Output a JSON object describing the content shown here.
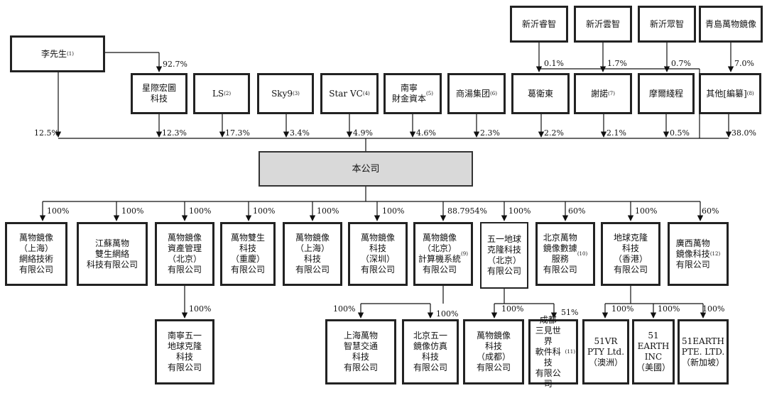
{
  "shareholders": {
    "li": "李先生",
    "li_note": "(1)",
    "li_to_xingji": "92.7%",
    "li_direct": "12.5%",
    "xingji": {
      "label": "星際宏圖\n科技",
      "pct": "12.3%"
    },
    "ls": {
      "label": "LS",
      "note": "(2)",
      "pct": "17.3%"
    },
    "sky9": {
      "label": "Sky9",
      "note": "(3)",
      "pct": "3.4%"
    },
    "starvc": {
      "label": "Star VC",
      "note": "(4)",
      "pct": "4.9%"
    },
    "nanning": {
      "label": "南寧\n財金資本",
      "note": "(5)",
      "pct": "4.6%"
    },
    "shangtang": {
      "label": "商湯集团",
      "note": "(6)",
      "pct": "2.3%"
    },
    "gewei": {
      "label": "葛衛東",
      "pct": "2.2%"
    },
    "xienuo": {
      "label": "謝諾",
      "note": "(7)",
      "pct": "2.1%"
    },
    "moer": {
      "label": "摩爾綫程",
      "pct": "0.5%"
    },
    "others": {
      "label": "其他[編纂]",
      "note": "(8)",
      "pct": "38.0%"
    }
  },
  "top_entities": [
    {
      "label": "新沂睿智",
      "pct": "0.1%"
    },
    {
      "label": "新沂雲智",
      "pct": "1.7%"
    },
    {
      "label": "新沂眾智",
      "pct": "0.7%"
    },
    {
      "label": "青島萬物鏡像",
      "pct": "7.0%"
    }
  ],
  "company": "本公司",
  "subsidiaries": [
    {
      "label": "萬物鏡像\n（上海）\n網絡技術\n有限公司",
      "pct": "100%"
    },
    {
      "label": "江蘇萬物\n雙生網絡\n科技有限公司",
      "pct": "100%"
    },
    {
      "label": "萬物鏡像\n資產管理\n（北京）\n有限公司",
      "pct": "100%"
    },
    {
      "label": "萬物雙生\n科技\n（重慶）\n有限公司",
      "pct": "100%"
    },
    {
      "label": "萬物鏡像\n（上海）\n科技\n有限公司",
      "pct": "100%"
    },
    {
      "label": "萬物鏡像\n科技\n（深圳）\n有限公司",
      "pct": "100%"
    },
    {
      "label": "萬物鏡像\n（北京）\n計算機系統\n有限公司",
      "note": "(9)",
      "pct": "88.7954%"
    },
    {
      "label": "五一地球\n克隆科技\n（北京）\n有限公司",
      "pct": "100%"
    },
    {
      "label": "北京萬物\n鏡像數據\n服務\n有限公司",
      "note": "(10)",
      "pct": "60%"
    },
    {
      "label": "地球克隆\n科技\n（香港）\n有限公司",
      "pct": "100%"
    },
    {
      "label": "廣西萬物\n鏡像科技\n有限公司",
      "note": "(12)",
      "pct": "60%"
    }
  ],
  "subsubsidiaries": [
    {
      "label": "南寧五一\n地球克隆\n科技\n有限公司",
      "pct": "100%"
    },
    {
      "label": "上海萬物\n智慧交通\n科技\n有限公司",
      "pct": "100%"
    },
    {
      "label": "北京五一\n鏡像仿真\n科技\n有限公司",
      "pct": "100%"
    },
    {
      "label": "萬物鏡像\n科技\n（成都）\n有限公司",
      "pct": "100%"
    },
    {
      "label": "成都\n三見世界\n軟件科技\n有限公司",
      "note": "(11)",
      "pct": "51%"
    },
    {
      "label": "51VR\nPTY Ltd.\n（澳洲）",
      "pct": "100%"
    },
    {
      "label": "51\nEARTH\nINC\n（美國）",
      "pct": "100%"
    },
    {
      "label": "51EARTH\nPTE. LTD.\n（新加坡）",
      "pct": "100%"
    }
  ]
}
